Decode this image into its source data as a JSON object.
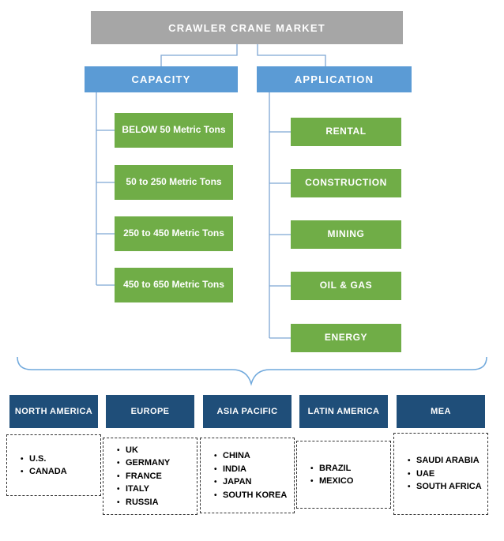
{
  "root": {
    "title": "CRAWLER CRANE MARKET"
  },
  "branches": [
    {
      "label": "CAPACITY",
      "items": [
        "BELOW 50 Metric Tons",
        "50 to 250 Metric Tons",
        "250 to 450 Metric Tons",
        "450 to 650 Metric Tons"
      ]
    },
    {
      "label": "APPLICATION",
      "items": [
        "RENTAL",
        "CONSTRUCTION",
        "MINING",
        "OIL & GAS",
        "ENERGY"
      ]
    }
  ],
  "regions": [
    {
      "label": "NORTH AMERICA",
      "countries": [
        "U.S.",
        "CANADA"
      ]
    },
    {
      "label": "EUROPE",
      "countries": [
        "UK",
        "GERMANY",
        "FRANCE",
        "ITALY",
        "RUSSIA"
      ]
    },
    {
      "label": "ASIA PACIFIC",
      "countries": [
        "CHINA",
        "INDIA",
        "JAPAN",
        "SOUTH KOREA"
      ]
    },
    {
      "label": "LATIN AMERICA",
      "countries": [
        "BRAZIL",
        "MEXICO"
      ]
    },
    {
      "label": "MEA",
      "countries": [
        "SAUDI ARABIA",
        "UAE",
        "SOUTH AFRICA"
      ]
    }
  ],
  "colors": {
    "root_gray": "#A6A6A6",
    "branch_blue": "#5B9BD5",
    "leaf_green": "#70AD47",
    "region_navy": "#1F4E79",
    "connector_blue": "#7EA6D4"
  }
}
